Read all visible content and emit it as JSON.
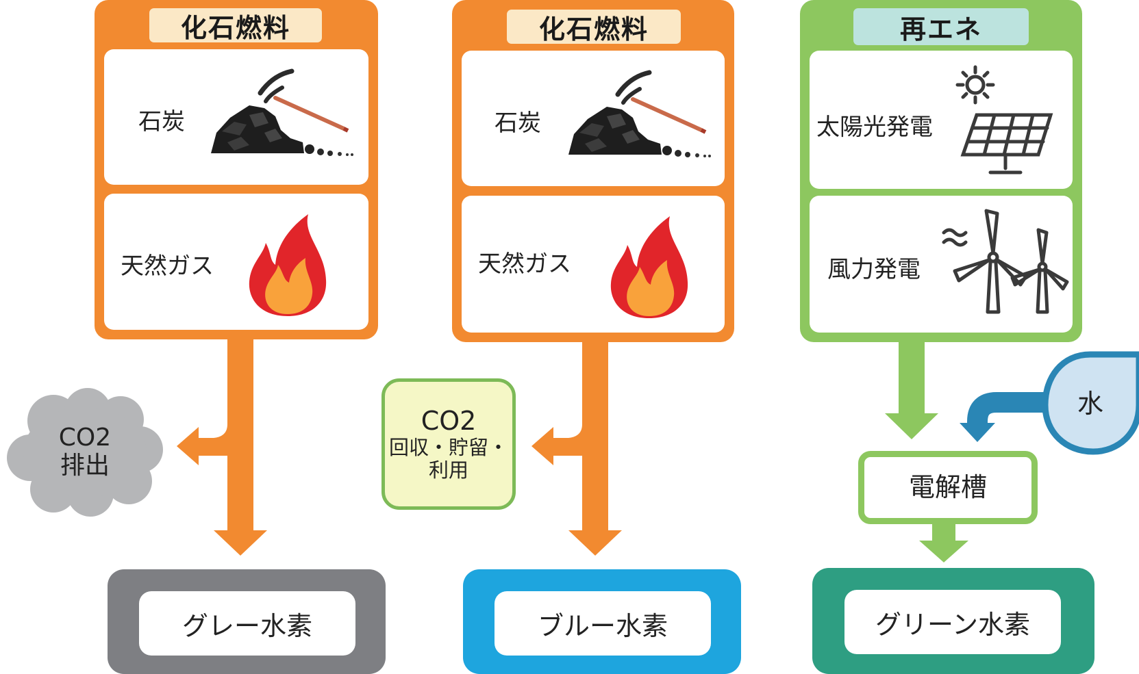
{
  "columns": [
    {
      "header": "化石燃料",
      "panels": [
        {
          "label": "石炭",
          "icon": "coal-pickaxe-icon"
        },
        {
          "label": "天然ガス",
          "icon": "flame-icon"
        }
      ],
      "side_note": {
        "lines": [
          "CO2",
          "排出"
        ],
        "shape": "cloud"
      },
      "output": "グレー水素"
    },
    {
      "header": "化石燃料",
      "panels": [
        {
          "label": "石炭",
          "icon": "coal-pickaxe-icon"
        },
        {
          "label": "天然ガス",
          "icon": "flame-icon"
        }
      ],
      "side_note": {
        "lines": [
          "CO2",
          "回収・貯留・",
          "利用"
        ],
        "shape": "rounded-box"
      },
      "output": "ブルー水素"
    },
    {
      "header": "再エネ",
      "panels": [
        {
          "label": "太陽光発電",
          "icon": "solar-panel-icon"
        },
        {
          "label": "風力発電",
          "icon": "wind-turbine-icon"
        }
      ],
      "water": "水",
      "electrolyzer": "電解槽",
      "output": "グリーン水素"
    }
  ],
  "colors": {
    "fossil": "#F28A30",
    "fossil_header": "#FBE8C6",
    "renewable": "#8DC75F",
    "renewable_header": "#BCE3DE",
    "gray_output": "#7E7F83",
    "blue_output": "#1EA5DE",
    "green_output": "#2E9E82",
    "cloud": "#B5B6B8",
    "ccus_fill": "#F5F7C6",
    "ccus_border": "#7DBA57",
    "water_fill": "#CFE3F2",
    "water_border": "#2A86B5",
    "flame_red": "#E1252A",
    "flame_orange": "#F9A23B"
  }
}
